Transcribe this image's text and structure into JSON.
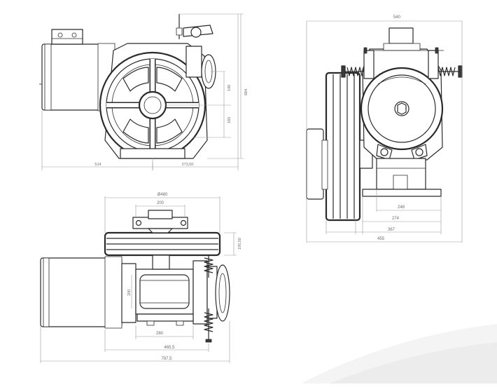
{
  "colors": {
    "line": "#2a2a2a",
    "dimension": "#9a9a9a",
    "text": "#6b6b6b",
    "background": "#ffffff"
  },
  "view_front": {
    "dim_width_left": "514",
    "dim_width_right": "273,50",
    "dim_h_140": "140",
    "dim_h_165": "165",
    "dim_h_total": "684"
  },
  "view_side": {
    "dim_top": "540",
    "dim_248": "248",
    "dim_274": "274",
    "dim_367": "367",
    "dim_455": "455"
  },
  "view_top": {
    "dim_diameter": "Ø480",
    "dim_200_top": "200",
    "dim_195": "195,50",
    "dim_200_side": "200",
    "dim_280": "280",
    "dim_465": "465,5",
    "dim_787": "787,5"
  }
}
